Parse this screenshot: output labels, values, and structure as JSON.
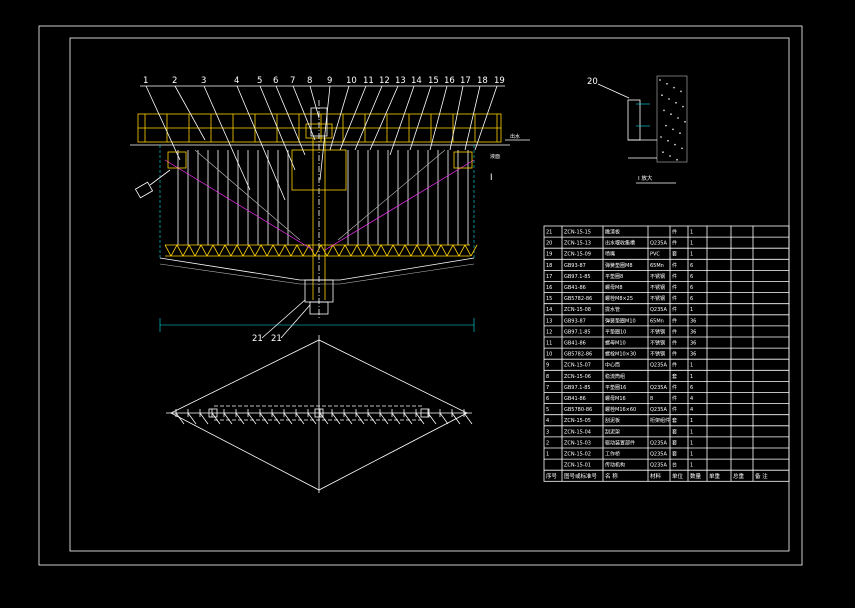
{
  "balloons": [
    "1",
    "2",
    "3",
    "4",
    "5",
    "6",
    "7",
    "8",
    "9",
    "10",
    "11",
    "12",
    "13",
    "14",
    "15",
    "16",
    "17",
    "18",
    "19"
  ],
  "section_callouts": [
    "21",
    "21"
  ],
  "side_text": [
    "出水",
    "液面"
  ],
  "detail": {
    "number": "20",
    "title": "I 放大",
    "marker": "I"
  },
  "bom": {
    "headers": [
      "序号",
      "图号或标准号",
      "名 称",
      "材料",
      "单位",
      "数量",
      "单重",
      "总重",
      "备 注"
    ],
    "rows": [
      [
        "21",
        "ZCN-15-15",
        "撇渣板",
        "",
        "件",
        "1"
      ],
      [
        "20",
        "ZCN-15-13",
        "出水堰收集槽",
        "Q235A",
        "件",
        "1"
      ],
      [
        "19",
        "ZCN-15-09",
        "喷嘴",
        "PVC",
        "套",
        "1"
      ],
      [
        "18",
        "GB93-87",
        "弹簧垫圈M8",
        "65Mn",
        "件",
        "6"
      ],
      [
        "17",
        "GB97.1-85",
        "平垫圈8",
        "不锈钢",
        "件",
        "6"
      ],
      [
        "16",
        "GB41-86",
        "螺母M8",
        "不锈钢",
        "件",
        "6"
      ],
      [
        "15",
        "GB5782-86",
        "螺栓M8×25",
        "不锈钢",
        "件",
        "6"
      ],
      [
        "14",
        "ZCN-15-08",
        "拢水管",
        "Q235A",
        "件",
        "1"
      ],
      [
        "13",
        "GB93-87",
        "弹簧垫圈M10",
        "65Mn",
        "件",
        "36"
      ],
      [
        "12",
        "GB97.1-85",
        "平垫圈10",
        "不锈钢",
        "件",
        "36"
      ],
      [
        "11",
        "GB41-86",
        "螺母M10",
        "不锈钢",
        "件",
        "36"
      ],
      [
        "10",
        "GB5782-86",
        "螺栓M10×30",
        "不锈钢",
        "件",
        "36"
      ],
      [
        "9",
        "ZCN-15-07",
        "中心筒",
        "Q235A",
        "件",
        "1"
      ],
      [
        "8",
        "ZCN-15-06",
        "稳流筒组",
        "",
        "套",
        "1"
      ],
      [
        "7",
        "GB97.1-85",
        "平垫圈16",
        "Q235A",
        "件",
        "6"
      ],
      [
        "6",
        "GB41-86",
        "螺母M16",
        "8",
        "件",
        "4"
      ],
      [
        "5",
        "GB5780-86",
        "螺栓M16×60",
        "Q235A",
        "件",
        "4"
      ],
      [
        "4",
        "ZCN-15-05",
        "刮泥板",
        "桁架组件",
        "套",
        "1"
      ],
      [
        "3",
        "ZCN-15-04",
        "刮泥架",
        "",
        "套",
        "1"
      ],
      [
        "2",
        "ZCN-15-03",
        "驱动装置部件",
        "Q235A",
        "套",
        "1"
      ],
      [
        "1",
        "ZCN-15-02",
        "工作桥",
        "Q235A",
        "套",
        "1"
      ],
      [
        "",
        "ZCN-15-01",
        "传动机构",
        "Q235A",
        "台",
        "1"
      ]
    ]
  },
  "colors": {
    "background": "#000000",
    "frame": "#ffffff",
    "structure": "#ffd400",
    "dimension": "#00e5ee"
  }
}
